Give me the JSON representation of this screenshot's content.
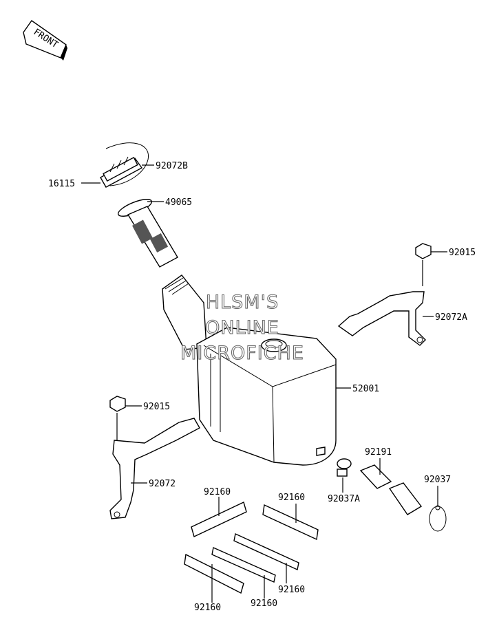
{
  "front_arrow": {
    "text": "FRONT"
  },
  "watermark": {
    "line1": "HLSM'S",
    "line2": "ONLINE",
    "line3": "MICROFICHE"
  },
  "callouts": {
    "c92072B": "92072B",
    "c16115": "16115",
    "c49065": "49065",
    "c92015_right": "92015",
    "c92072A": "92072A",
    "c52001": "52001",
    "c92015_left": "92015",
    "c92072": "92072",
    "c92191": "92191",
    "c92037": "92037",
    "c92037A": "92037A",
    "c92160_a": "92160",
    "c92160_b": "92160",
    "c92160_c": "92160",
    "c92160_d": "92160",
    "c92160_e": "92160"
  }
}
